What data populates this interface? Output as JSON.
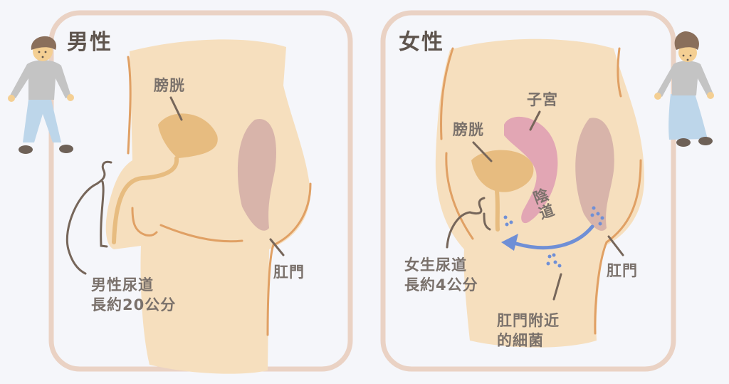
{
  "colors": {
    "background": "#f5f6fa",
    "panel_border": "#ead2c4",
    "skin": "#f6dfbe",
    "skin_line": "#e0a064",
    "bladder": "#e7bc80",
    "uterus": "#e2a6b4",
    "rectum": "#d8b4aa",
    "bacteria": "#6f8fd6",
    "leader_line": "#76665a",
    "label_text": "#7a716b",
    "title_text": "#5e544d"
  },
  "male_panel": {
    "title": "男性",
    "labels": {
      "bladder": "膀胱",
      "anus": "肛門",
      "urethra": "男性尿道\n長約20公分"
    }
  },
  "female_panel": {
    "title": "女性",
    "labels": {
      "uterus": "子宮",
      "bladder": "膀胱",
      "vagina": "陰道",
      "anus": "肛門",
      "urethra": "女生尿道\n長約4公分",
      "bacteria": "肛門附近\n的細菌"
    }
  },
  "figures": {
    "male_icon": "man-figure",
    "female_icon": "woman-figure"
  }
}
